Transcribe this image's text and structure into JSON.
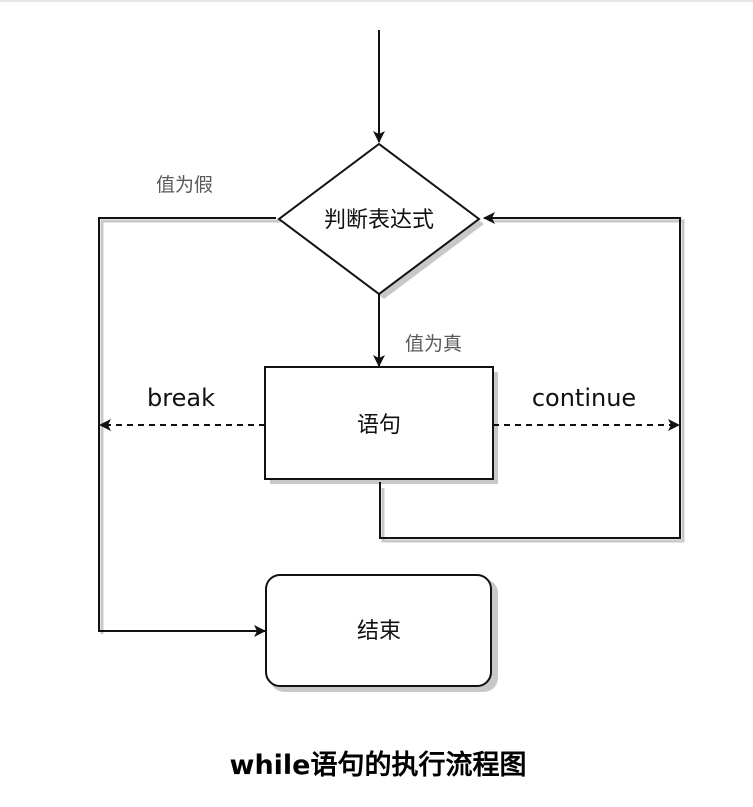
{
  "nodes": {
    "condition": "判断表达式",
    "statement": "语句",
    "end": "结束"
  },
  "edge_labels": {
    "false_branch": "值为假",
    "true_branch": "值为真",
    "break": "break",
    "continue": "continue"
  },
  "caption": "while语句的执行流程图",
  "colors": {
    "stroke": "#111111",
    "shadow": "#c8c8c8",
    "edge_label": "#5a5a5a"
  }
}
